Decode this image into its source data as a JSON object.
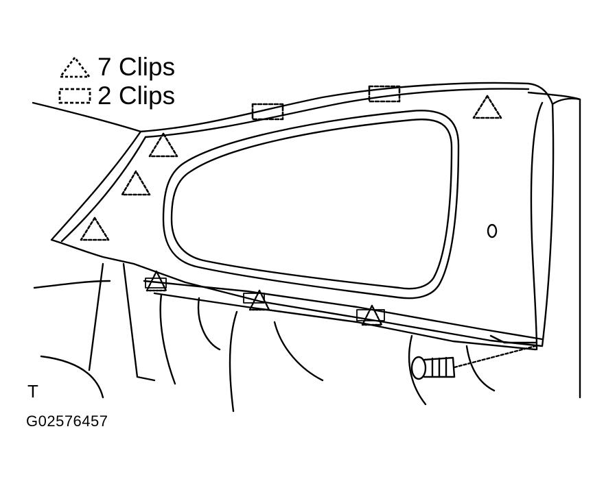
{
  "legend": {
    "items": [
      {
        "icon": "dashed-triangle-clip-icon",
        "label": "7 Clips"
      },
      {
        "icon": "dashed-rectangle-clip-icon",
        "label": "2 Clips"
      }
    ]
  },
  "view_code": "T",
  "figure_id": "G02576457"
}
